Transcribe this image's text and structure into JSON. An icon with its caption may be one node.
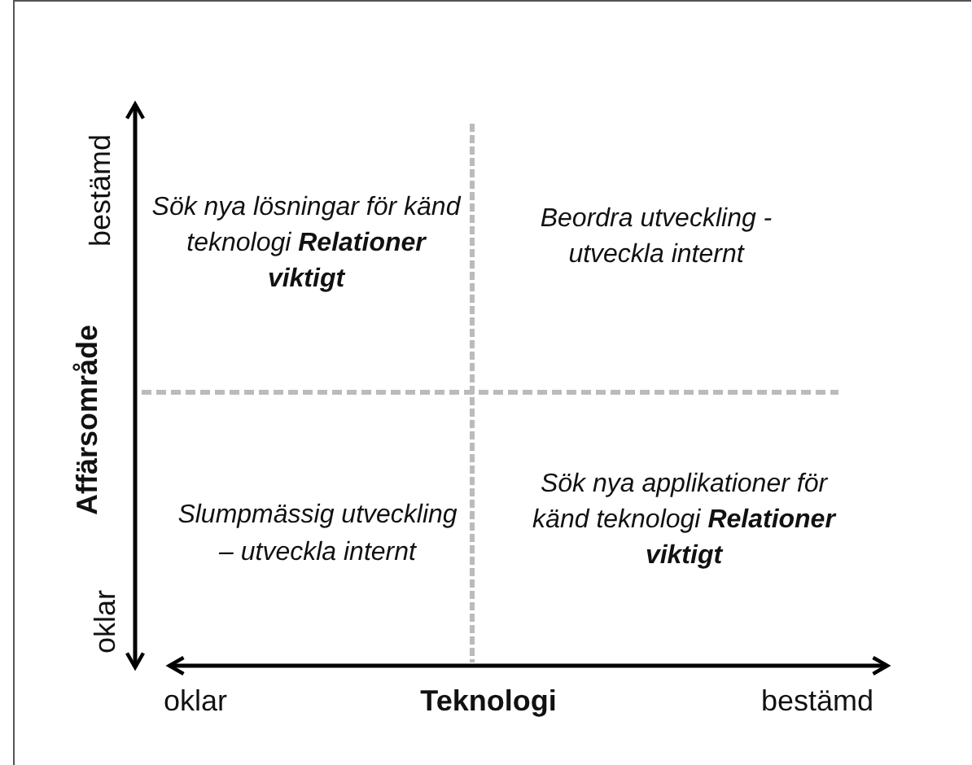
{
  "diagram": {
    "labels": [
      "bestämd",
      "Sök nya lösningar för känd teknologi **Relationer viktigt**",
      "Beordra utveckling - utveckla internt",
      "Affärsområde",
      "Slumpmässig utveckling – utveckla internt",
      "Sök nya applikationer för känd teknologi **Relationer viktigt**",
      "oklar",
      "oklar",
      "Teknologi",
      "bestämd"
    ]
  }
}
